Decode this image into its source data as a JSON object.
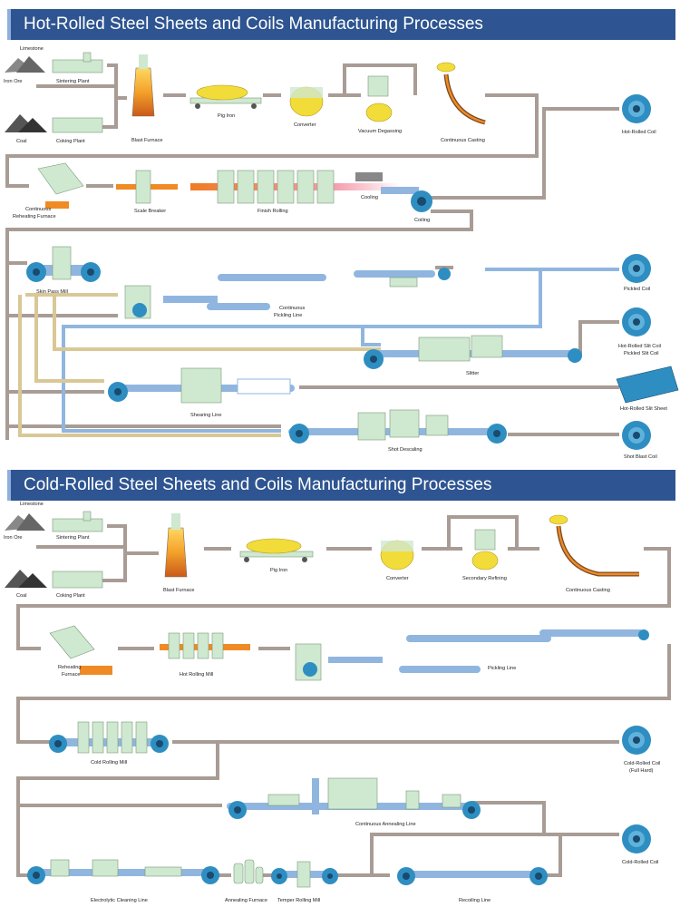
{
  "colors": {
    "banner": "#2e5591",
    "flow": "#a89c95",
    "equipment": "#cfe8d0",
    "steel": "#2e8ec1",
    "sheet": "#90b6df",
    "hot": "#f08a24",
    "gold": "#e8d48a"
  },
  "hot": {
    "title": "Hot-Rolled Steel Sheets and Coils Manufacturing Processes",
    "labels": {
      "limestone": "Limestone",
      "iron_ore": "Iron Ore",
      "sintering_plant": "Sintering Plant",
      "coal": "Coal",
      "coking_plant": "Coking Plant",
      "blast_furnace": "Blast Furnace",
      "pig_iron": "Pig Iron",
      "converter": "Converter",
      "vacuum_degassing": "Vacuum Degassing",
      "continuous_casting": "Continuous Casting",
      "hot_rolled_coil": "Hot-Rolled Coil",
      "reheating_furnace_1": "Continuous",
      "reheating_furnace_2": "Reheating Furnace",
      "scale_breaker": "Scale Breaker",
      "finish_rolling": "Finish Rolling",
      "cooling": "Cooling",
      "coiling": "Coiling",
      "skin_pass_mill": "Skin Pass Mill",
      "pickling_line_1": "Continuous",
      "pickling_line_2": "Pickling Line",
      "pickled_coil": "Pickled Coil",
      "slit_coil_1": "Hot-Rolled Slit Coil",
      "slit_coil_2": "Pickled Slit Coil",
      "slitter": "Slitter",
      "shearing_line": "Shearing Line",
      "slit_sheet": "Hot-Rolled Slit Sheet",
      "shot_descaling": "Shot Descaling",
      "shot_blast_coil": "Shot Blast Coil"
    }
  },
  "cold": {
    "title": "Cold-Rolled Steel Sheets and Coils Manufacturing Processes",
    "labels": {
      "limestone": "Limestone",
      "iron_ore": "Iron Ore",
      "sintering_plant": "Sintering Plant",
      "coal": "Coal",
      "coking_plant": "Coking Plant",
      "blast_furnace": "Blast Furnace",
      "pig_iron": "Pig Iron",
      "converter": "Converter",
      "secondary_refining": "Secondary Refining",
      "continuous_casting": "Continuous Casting",
      "reheating_furnace_1": "Reheating",
      "reheating_furnace_2": "Furnace",
      "hot_rolling_mill": "Hot Rolling Mill",
      "pickling_line": "Pickling Line",
      "cold_rolling_mill": "Cold Rolling Mill",
      "cold_rolled_full_hard_1": "Cold-Rolled Coil",
      "cold_rolled_full_hard_2": "(Full Hard)",
      "continuous_annealing_line": "Continuous Annealing Line",
      "cold_rolled_coil": "Cold-Rolled Coil",
      "electrolytic_cleaning_line": "Electrolytic Cleaning Line",
      "annealing_furnace": "Annealing Furnace",
      "temper_rolling_mill": "Temper Rolling Mill",
      "recoiling_line": "Recoiling Line"
    }
  }
}
